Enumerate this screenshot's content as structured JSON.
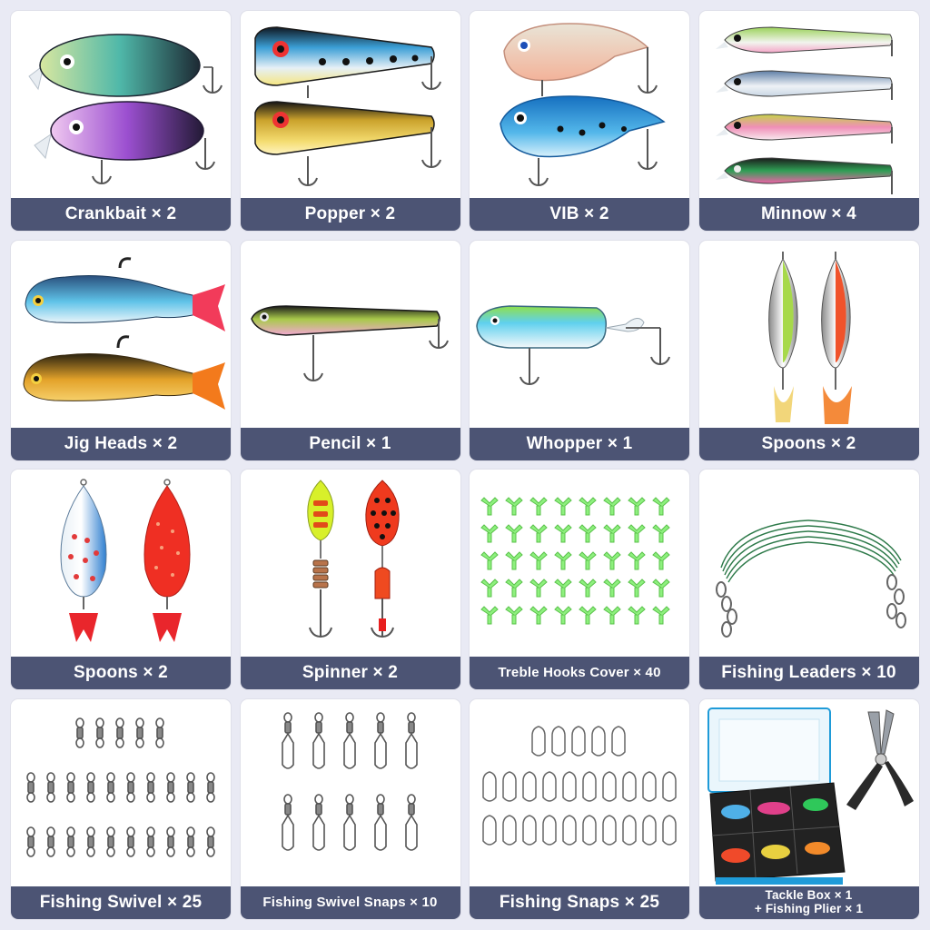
{
  "products": [
    {
      "id": "crankbait",
      "label": "Crankbait × 2"
    },
    {
      "id": "popper",
      "label": "Popper × 2"
    },
    {
      "id": "vib",
      "label": "VIB × 2"
    },
    {
      "id": "minnow",
      "label": "Minnow × 4"
    },
    {
      "id": "jig-heads",
      "label": "Jig Heads × 2"
    },
    {
      "id": "pencil",
      "label": "Pencil × 1"
    },
    {
      "id": "whopper",
      "label": "Whopper × 1"
    },
    {
      "id": "spoons-a",
      "label": "Spoons × 2"
    },
    {
      "id": "spoons-b",
      "label": "Spoons × 2"
    },
    {
      "id": "spinner",
      "label": "Spinner × 2"
    },
    {
      "id": "treble-hooks-cover",
      "label": "Treble Hooks Cover × 40"
    },
    {
      "id": "fishing-leaders",
      "label": "Fishing Leaders × 10"
    },
    {
      "id": "fishing-swivel",
      "label": "Fishing Swivel × 25"
    },
    {
      "id": "fishing-swivel-snaps",
      "label": "Fishing Swivel Snaps × 10"
    },
    {
      "id": "fishing-snaps",
      "label": "Fishing Snaps × 25"
    },
    {
      "id": "tackle-box",
      "label_line1": "Tackle Box × 1",
      "label_line2": "+ Fishing Plier × 1"
    }
  ],
  "colors": {
    "background": "#e9eaf4",
    "card": "#ffffff",
    "label_bar": "#4c5474",
    "label_text": "#ffffff"
  }
}
